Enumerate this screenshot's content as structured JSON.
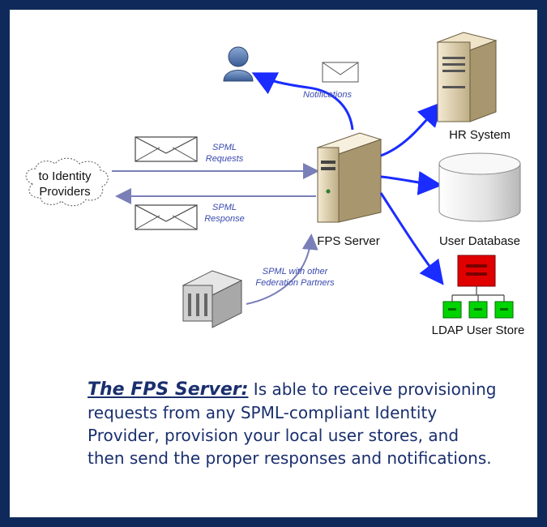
{
  "diagram": {
    "identity_providers_line1": "to Identity",
    "identity_providers_line2": "Providers",
    "spml_requests_line1": "SPML",
    "spml_requests_line2": "Requests",
    "spml_response_line1": "SPML",
    "spml_response_line2": "Response",
    "notifications": "Notifications",
    "spml_partners_line1": "SPML with other",
    "spml_partners_line2": "Federation Partners",
    "fps_server": "FPS Server",
    "hr_system": "HR System",
    "user_database": "User Database",
    "ldap_user_store": "LDAP User Store"
  },
  "caption": {
    "title": "The FPS Server:",
    "body_line1": " Is able to receive provisioning",
    "body_line2": "requests from any SPML-compliant Identity",
    "body_line3": "Provider, provision your local user stores, and",
    "body_line4": "then send the proper responses and notifications."
  },
  "colors": {
    "frame": "#0f2a5a",
    "arrow_blue": "#1a2cff",
    "arrow_grey": "#7a7fb8",
    "ldap_red": "#e00000",
    "ldap_green": "#00d400",
    "caption_text": "#1a2f6e"
  }
}
